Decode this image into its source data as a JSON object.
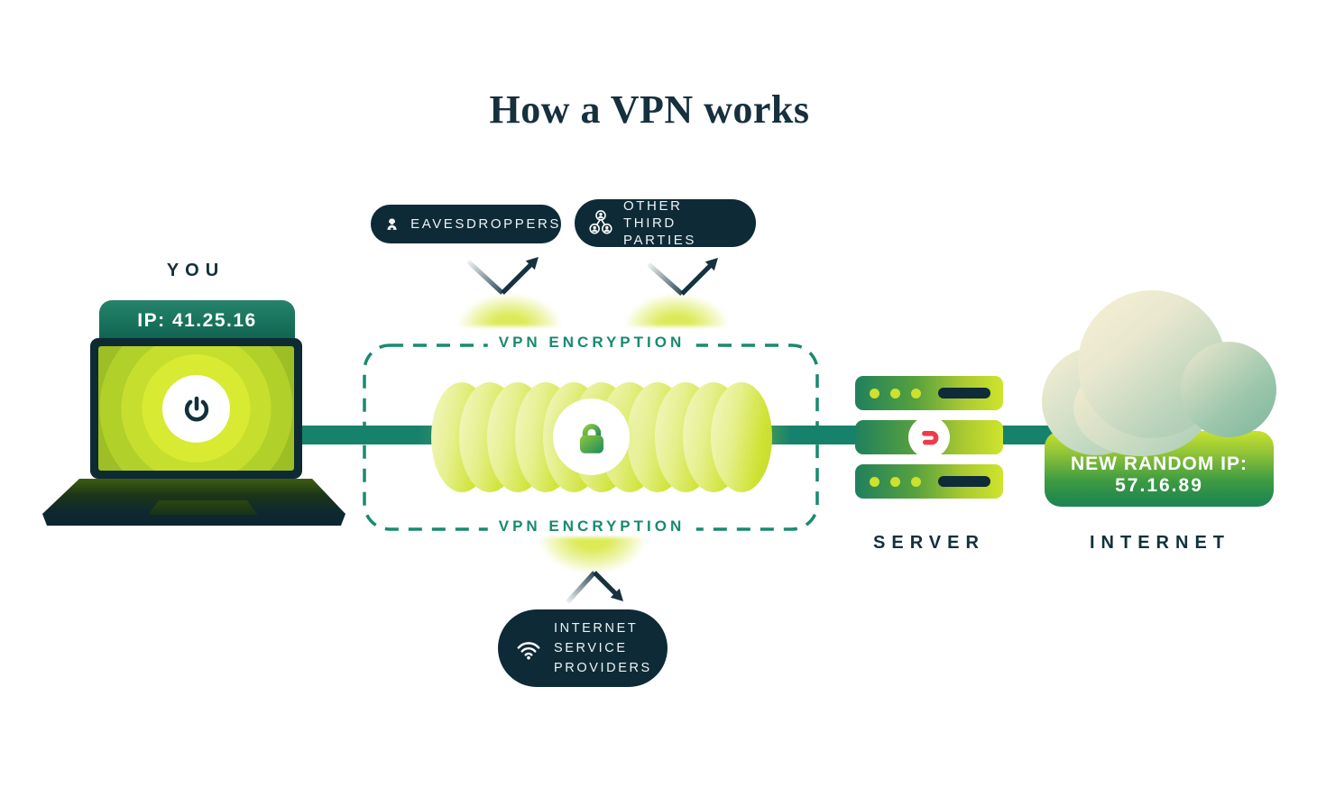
{
  "title": "How a VPN works",
  "you": {
    "label": "YOU",
    "ip": "IP: 41.25.16"
  },
  "threats": {
    "eavesdroppers": {
      "label": "EAVESDROPPERS",
      "icon": "spy-icon"
    },
    "other_third_parties": {
      "label": "OTHER THIRD PARTIES",
      "icon": "people-network-icon"
    },
    "isp": {
      "label": "INTERNET SERVICE PROVIDERS",
      "icon": "wifi-icon"
    }
  },
  "encryption": {
    "label_top": "VPN ENCRYPTION",
    "label_bottom": "VPN ENCRYPTION",
    "icon": "lock-icon"
  },
  "server": {
    "label": "SERVER",
    "logo": "expressvpn-logo"
  },
  "internet": {
    "label": "INTERNET",
    "new_ip_title": "NEW RANDOM IP:",
    "new_ip": "57.16.89"
  },
  "icons": {
    "laptop_power": "power-icon",
    "deflection_arrows": "bounce-arrow-icon"
  },
  "colors": {
    "navy": "#0e2a37",
    "teal": "#17826b",
    "lime": "#c7e02f",
    "pale_lime": "#f4f7c9",
    "logo_red": "#ee3b4a",
    "cloud_cream": "#f3efd3",
    "cloud_sage": "#a3c8b0",
    "white": "#ffffff"
  }
}
